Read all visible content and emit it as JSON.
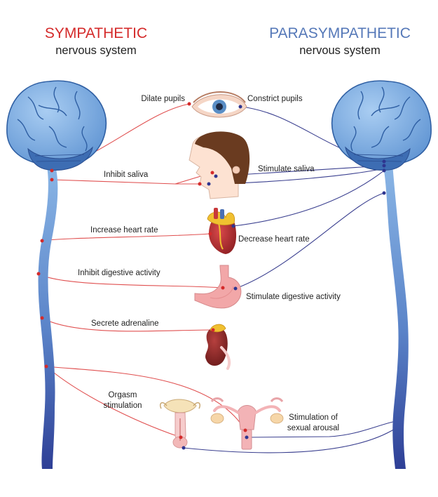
{
  "header": {
    "sympathetic_title": "SYMPATHETIC",
    "sympathetic_subtitle": "nervous system",
    "parasympathetic_title": "PARASYMPATHETIC",
    "parasympathetic_subtitle": "nervous system"
  },
  "colors": {
    "sympathetic": "#d42a2a",
    "parasympathetic": "#5578b8",
    "sympathetic_line": "#e05050",
    "parasympathetic_line": "#3a3f8f",
    "brain": "#7fb0e3",
    "brain_dark": "#2f5fa3",
    "spine_top": "#8ab6e6",
    "spine_bottom": "#2e3f96"
  },
  "organs": [
    {
      "id": "eye",
      "icon": "eye-icon"
    },
    {
      "id": "head",
      "icon": "head-icon"
    },
    {
      "id": "heart",
      "icon": "heart-icon"
    },
    {
      "id": "stomach",
      "icon": "stomach-icon"
    },
    {
      "id": "adrenal",
      "icon": "adrenal-kidney-icon"
    },
    {
      "id": "male",
      "icon": "male-reproductive-icon"
    },
    {
      "id": "female",
      "icon": "female-reproductive-icon"
    }
  ],
  "sympathetic_labels": {
    "eye": "Dilate pupils",
    "saliva": "Inhibit saliva",
    "heart": "Increase heart rate",
    "digestive": "Inhibit digestive activity",
    "adrenal": "Secrete adrenaline",
    "orgasm_1": "Orgasm",
    "orgasm_2": "stimulation"
  },
  "parasympathetic_labels": {
    "eye": "Constrict pupils",
    "saliva": "Stimulate saliva",
    "heart": "Decrease heart rate",
    "digestive": "Stimulate digestive activity",
    "arousal_1": "Stimulation of",
    "arousal_2": "sexual arousal"
  }
}
